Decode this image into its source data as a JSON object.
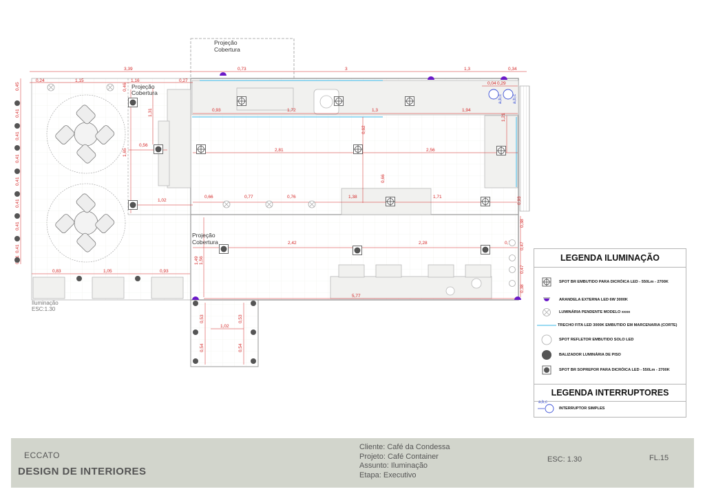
{
  "plan": {
    "cover_label_line1": "Projeção",
    "cover_label_line2": "Cobertura",
    "drawing_caption": "Iluminação",
    "drawing_scale": "ESC:1.30",
    "switch_code": "a,b,c",
    "dimensions_top": [
      "3,39",
      "0,73",
      "3",
      "1,3",
      "0,34"
    ],
    "dimensions_second": [
      "0,24",
      "1,15",
      "1,16",
      "0,27",
      "0,04",
      "0,29"
    ],
    "dimensions_left_stack": [
      "0,45",
      "0,41",
      "0,41",
      "0,41",
      "0,41",
      "0,41",
      "0,41",
      "0,41",
      "0,41"
    ],
    "dimensions_interior": [
      "0,46",
      "1,31",
      "0,56",
      "1,65",
      "0,93",
      "1,72",
      "1,3",
      "1,94",
      "0,62",
      "2,81",
      "2,56",
      "0,66",
      "0,66",
      "0,77",
      "0,76",
      "1,38",
      "1,71",
      "1,02",
      "0,93",
      "2,42",
      "2,28",
      "0,74",
      "1,49",
      "1,56",
      "0,38",
      "0,47",
      "0,47",
      "0,38",
      "0,83",
      "1,05",
      "0,93",
      "5,77",
      "1,21"
    ],
    "dimensions_deck": [
      "0,53",
      "0,53",
      "1,02",
      "0,54",
      "0,54"
    ]
  },
  "legend_lighting": {
    "title": "LEGENDA ILUMINAÇÃO",
    "items": [
      {
        "icon": "spot-recessed-icon",
        "label": "SPOT BR EMBUTIDO PARA DICRÓICA LED - 550Lm - 2700K"
      },
      {
        "icon": "wall-sconce-icon",
        "label": "ARANDELA EXTERNA LED 6W 3000K"
      },
      {
        "icon": "pendant-icon",
        "label": "LUMINÁRIA PENDENTE MODELO xxxx"
      },
      {
        "icon": "led-strip-icon",
        "label": "TRECHO FITA LED 3000K EMBUTIDO EM MARCENARIA (CORTE)"
      },
      {
        "icon": "floor-spot-icon",
        "label": "SPOT REFLETOR EMBUTIDO SOLO LED"
      },
      {
        "icon": "floor-bollard-icon",
        "label": "BALIZADOR LUMINÁRIA DE PISO"
      },
      {
        "icon": "spot-surface-icon",
        "label": "SPOT BR SOPREPOR PARA DICRÓICA LED - 550Lm - 2700K"
      }
    ]
  },
  "legend_switches": {
    "title": "LEGENDA INTERRUPTORES",
    "items": [
      {
        "icon": "switch-icon",
        "code": "a,b,c",
        "label": "INTERRUPTOR SIMPLES"
      }
    ]
  },
  "footer": {
    "office_name": "ECCATO",
    "office_subtitle": "DESIGN DE  INTERIORES",
    "client": "Cliente: Café da Condessa",
    "project": "Projeto: Café Container",
    "subject": "Assunto: Iluminação",
    "stage": "Etapa: Executivo",
    "scale": "ESC: 1.30",
    "sheet": "FL.15"
  },
  "colors": {
    "dimension": "#d42424",
    "wall": "#9a9a9a",
    "fixture": "#444444",
    "bollard": "#555555",
    "sconce": "#6a18c8",
    "led_strip": "#5cc4ea",
    "footer_bg": "#d2d5cc",
    "footer_text": "#555555",
    "floor_grid": "#ecefe8"
  }
}
